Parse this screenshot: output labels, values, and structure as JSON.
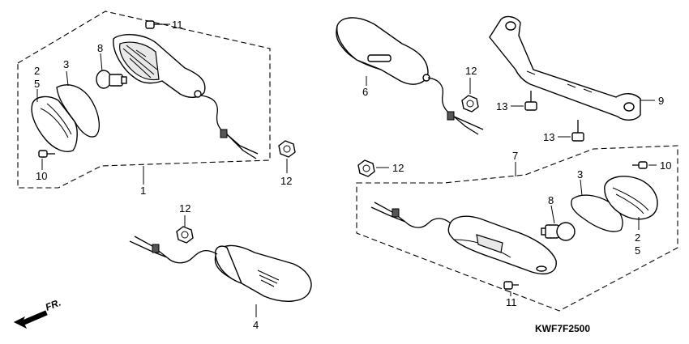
{
  "diagram": {
    "code": "KWF7F2500",
    "direction_label": "FR.",
    "callouts": [
      {
        "id": "c11a",
        "text": "11"
      },
      {
        "id": "c8a",
        "text": "8"
      },
      {
        "id": "c3a",
        "text": "3"
      },
      {
        "id": "c2a",
        "text": "2"
      },
      {
        "id": "c5a",
        "text": "5"
      },
      {
        "id": "c10a",
        "text": "10"
      },
      {
        "id": "c1",
        "text": "1"
      },
      {
        "id": "c12a",
        "text": "12"
      },
      {
        "id": "c12b",
        "text": "12"
      },
      {
        "id": "c4",
        "text": "4"
      },
      {
        "id": "c6",
        "text": "6"
      },
      {
        "id": "c12c",
        "text": "12"
      },
      {
        "id": "c9",
        "text": "9"
      },
      {
        "id": "c13a",
        "text": "13"
      },
      {
        "id": "c13b",
        "text": "13"
      },
      {
        "id": "c12d",
        "text": "12"
      },
      {
        "id": "c7",
        "text": "7"
      },
      {
        "id": "c3b",
        "text": "3"
      },
      {
        "id": "c10b",
        "text": "10"
      },
      {
        "id": "c8b",
        "text": "8"
      },
      {
        "id": "c2b",
        "text": "2"
      },
      {
        "id": "c5b",
        "text": "5"
      },
      {
        "id": "c11b",
        "text": "11"
      }
    ]
  }
}
